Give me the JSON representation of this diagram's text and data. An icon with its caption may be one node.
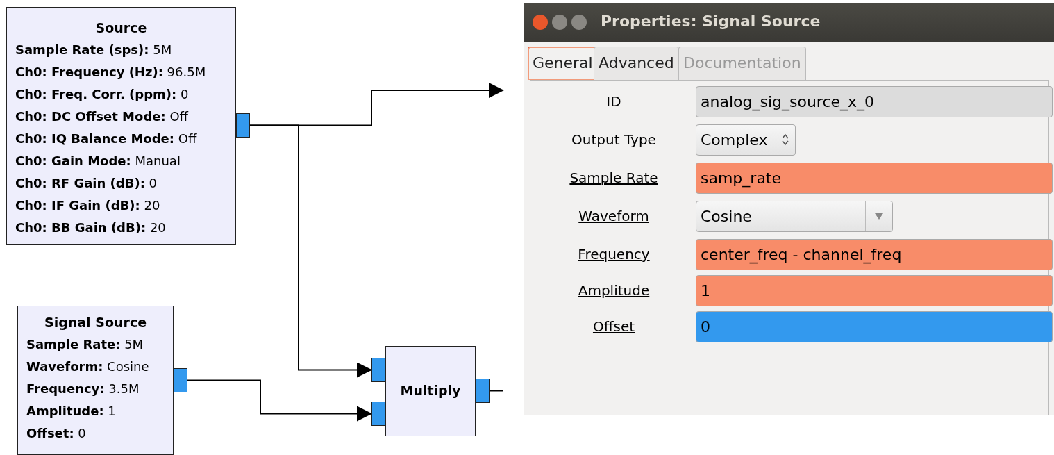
{
  "diagram": {
    "nodes": [
      {
        "text": [
          "Source",
          "**Sample Rate (sps):** 5M",
          "**Ch0: Frequency (Hz):** 96.5M",
          "**Ch0: Freq. Corr. (ppm):** 0",
          "**Ch0: DC Offset Mode:** Off",
          "**Ch0: IQ Balance Mode:** Off",
          "**Ch0: Gain Mode:** Manual",
          "**Ch0: RF Gain (dB):** 0",
          "**Ch0: IF Gain (dB):** 20",
          "**Ch0: BB Gain (dB):** 20"
        ]
      },
      {
        "text": [
          "Signal Source",
          "**Sample Rate:** 5M",
          "**Waveform:** Cosine",
          "**Frequency:** 3.5M",
          "**Amplitude:** 1",
          "**Offset:** 0"
        ]
      },
      {
        "text": [
          "Multiply"
        ]
      }
    ],
    "edges": [
      {
        "from": 0,
        "to": null,
        "arrow": "to"
      },
      {
        "from": 0,
        "to": 2,
        "arrow": "to"
      },
      {
        "from": 1,
        "to": 2,
        "arrow": "to"
      },
      {
        "from": 2,
        "to": null,
        "arrow": "none"
      }
    ],
    "labels": [
      "Properties: Signal Source",
      "General",
      "Advanced",
      "Documentation",
      "ID",
      "analog_sig_source_x_0",
      "Output Type",
      "Complex",
      "Sample Rate",
      "samp_rate",
      "Waveform",
      "Cosine",
      "Frequency",
      "center_freq - channel_freq",
      "Amplitude",
      "1",
      "Offset",
      "0"
    ]
  }
}
